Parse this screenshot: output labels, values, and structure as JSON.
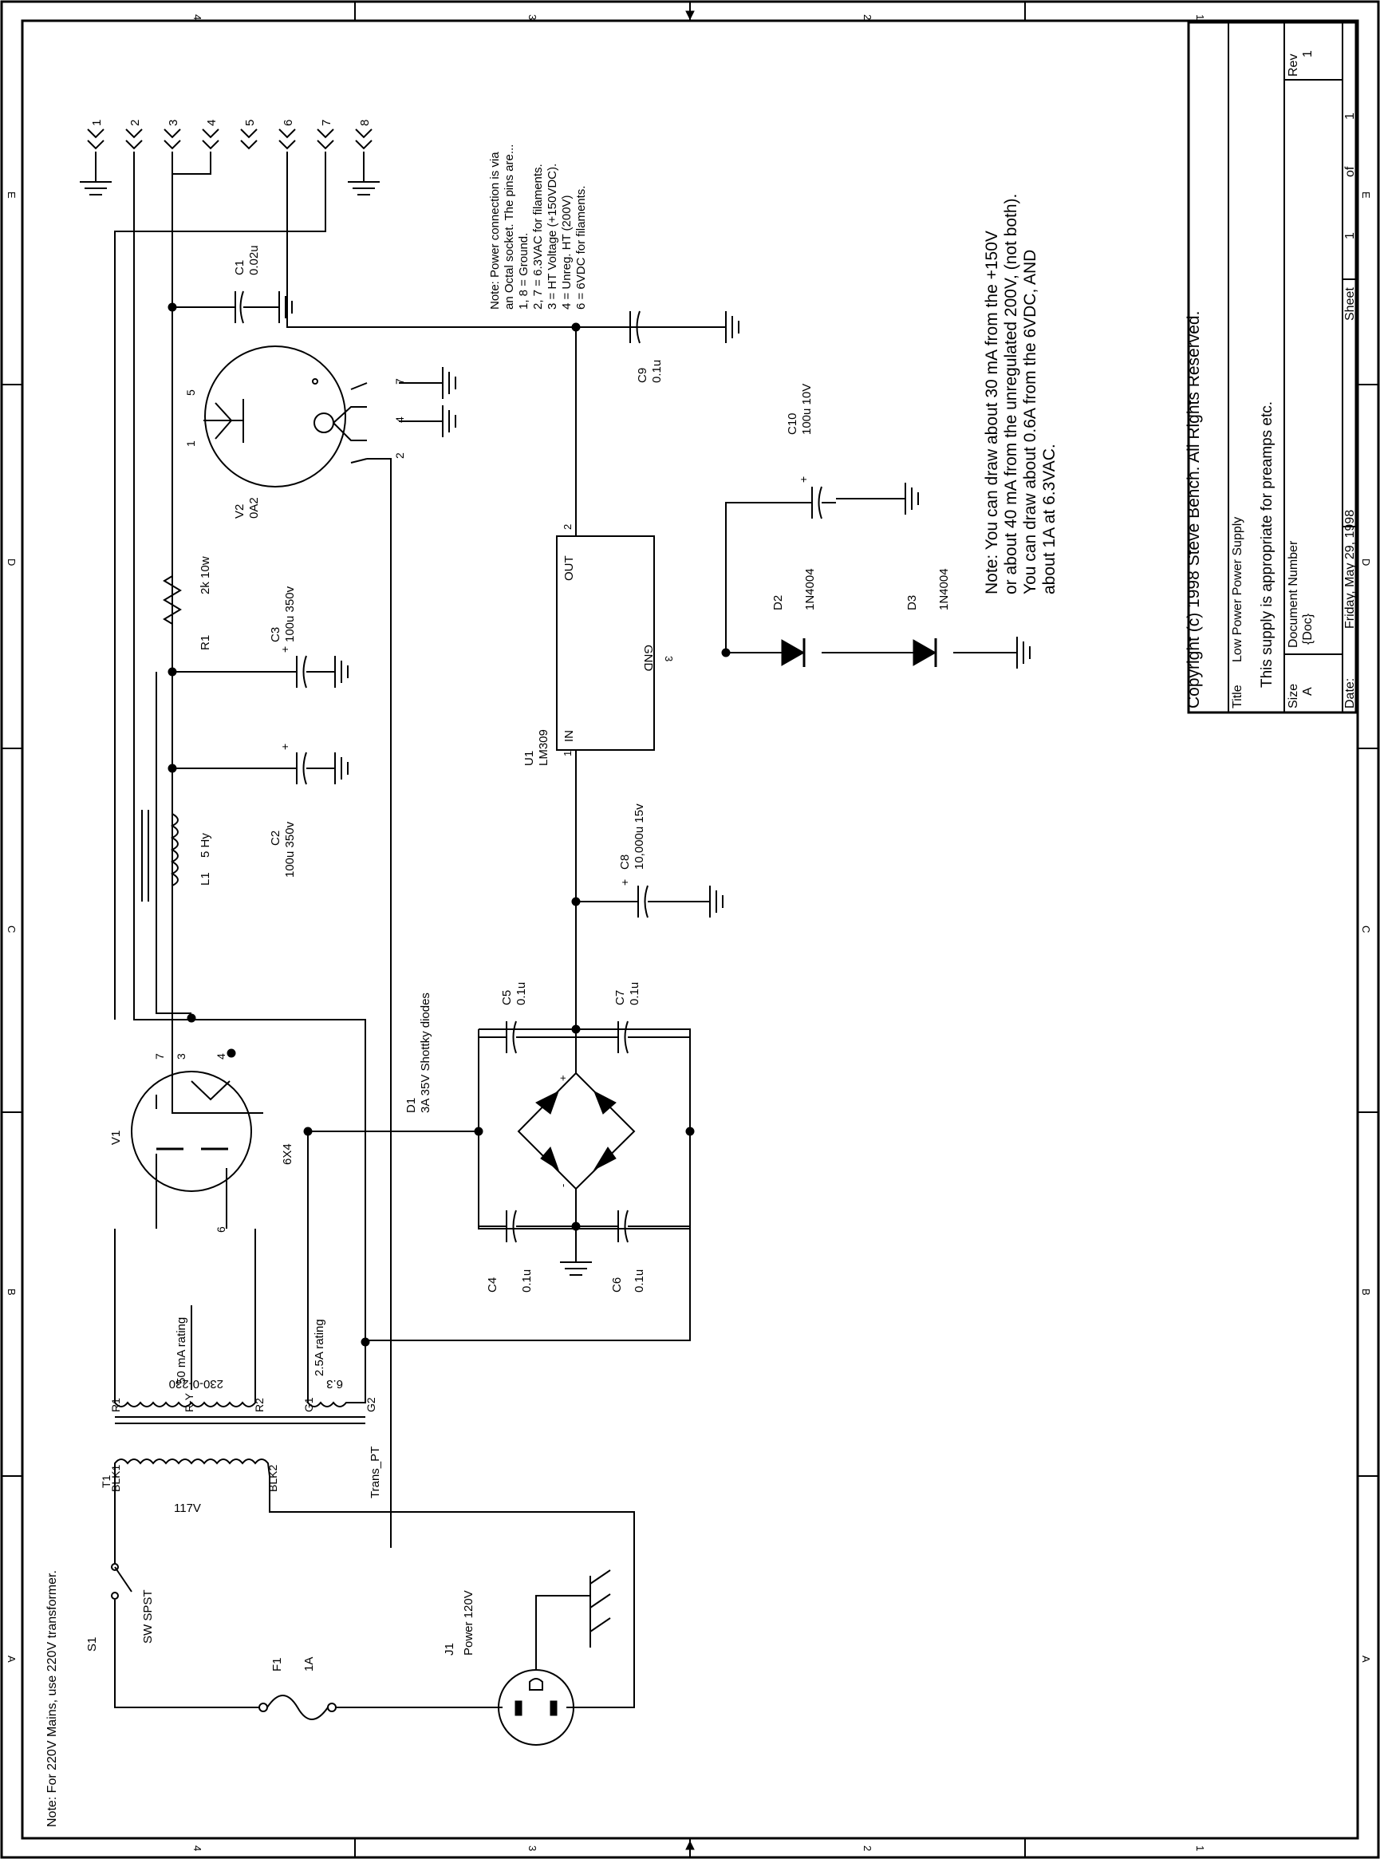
{
  "border": {
    "columns": [
      "4",
      "3",
      "2",
      "1"
    ],
    "rows": [
      "E",
      "D",
      "C",
      "B",
      "A"
    ]
  },
  "title_block": {
    "copyright": "Copyright (c) 1998 Steve Bench. All Rights Reserved.",
    "title_label": "Title",
    "title_value": "Low Power Power Supply",
    "description": "This supply is appropriate for preamps etc.",
    "size_label": "Size",
    "size_value": "A",
    "docnum_label": "Document Number",
    "docnum_value": "{Doc}",
    "rev_label": "Rev",
    "rev_value": "1",
    "date_label": "Date:",
    "date_value": "Friday, May 29, 1998",
    "sheet_label": "Sheet",
    "sheet_value": "1",
    "of_label": "of",
    "of_value": "1"
  },
  "notes": {
    "octal_lines": [
      "Note: Power connection is via",
      "an Octal socket. The pins are...",
      "1, 8 = Ground.",
      "2, 7 = 6.3VAC for filaments.",
      "3 = HT Voltage (+150VDC).",
      "4 = Unreg. HT (200V)",
      "6 = 6VDC for filaments."
    ],
    "draw_lines": [
      "Note: You can draw about 30 mA from the +150V",
      "or about 40 mA from the unregulated 200V, (not both).",
      "You can draw about 0.6A from the 6VDC, AND",
      "about 1A at 6.3VAC."
    ],
    "mains": "Note: For 220V Mains, use 220V transformer."
  },
  "octal_pins": [
    "1",
    "2",
    "3",
    "4",
    "5",
    "6",
    "7",
    "8"
  ],
  "components": {
    "c1_ref": "C1",
    "c1_val": "0.02u",
    "c2_ref": "C2",
    "c2_val": "100u 350v",
    "c3_ref": "C3",
    "c3_val": "100u 350v",
    "c4_ref": "C4",
    "c4_val": "0.1u",
    "c5_ref": "C5",
    "c5_val": "0.1u",
    "c6_ref": "C6",
    "c6_val": "0.1u",
    "c7_ref": "C7",
    "c7_val": "0.1u",
    "c8_ref": "C8",
    "c8_val": "10,000u 15v",
    "c9_ref": "C9",
    "c9_val": "0.1u",
    "c10_ref": "C10",
    "c10_val": "100u 10V",
    "r1_ref": "R1",
    "r1_val": "2k 10w",
    "l1_ref": "L1",
    "l1_val": "5 Hy",
    "v1_ref": "V1",
    "v1_val": "6X4",
    "v2_ref": "V2",
    "v2_val": "0A2",
    "u1_ref": "U1",
    "u1_val": "LM309",
    "u1_in": "IN",
    "u1_out": "OUT",
    "u1_gnd": "GND",
    "u1_pin1": "1",
    "u1_pin2": "2",
    "u1_pin3": "3",
    "d1_ref": "D1",
    "d1_val": "3A 35V Shottky diodes",
    "d2_ref": "D2",
    "d2_val": "1N4004",
    "d3_ref": "D3",
    "d3_val": "1N4004",
    "s1_ref": "S1",
    "s1_val": "SW SPST",
    "f1_ref": "F1",
    "f1_val": "1A",
    "j1_ref": "J1",
    "j1_val": "Power 120V",
    "t1_ref": "T1",
    "t1_name": "Trans_PT",
    "t1_primary": "117V",
    "t1_hv": "230-0-230",
    "t1_hv_rating": "50 mA rating",
    "t1_fil": "6.3",
    "t1_fil_rating": "2.5A rating",
    "t1_pri_pin1": "BLK1",
    "t1_pri_pin2": "BLK2",
    "t1_hv_pin1": "R1",
    "t1_hv_ct": "R-Y",
    "t1_hv_pin2": "R2",
    "t1_fil_pin1": "G1",
    "t1_fil_pin2": "G2",
    "v1_pin7": "7",
    "v1_pin3": "3",
    "v1_pin4": "4",
    "v1_pin6": "6",
    "v2_pin1": "1",
    "v2_pin2": "2",
    "v2_pin4": "4",
    "v2_pin5": "5",
    "v2_pin7": "7",
    "plus": "+",
    "minus": "-"
  }
}
